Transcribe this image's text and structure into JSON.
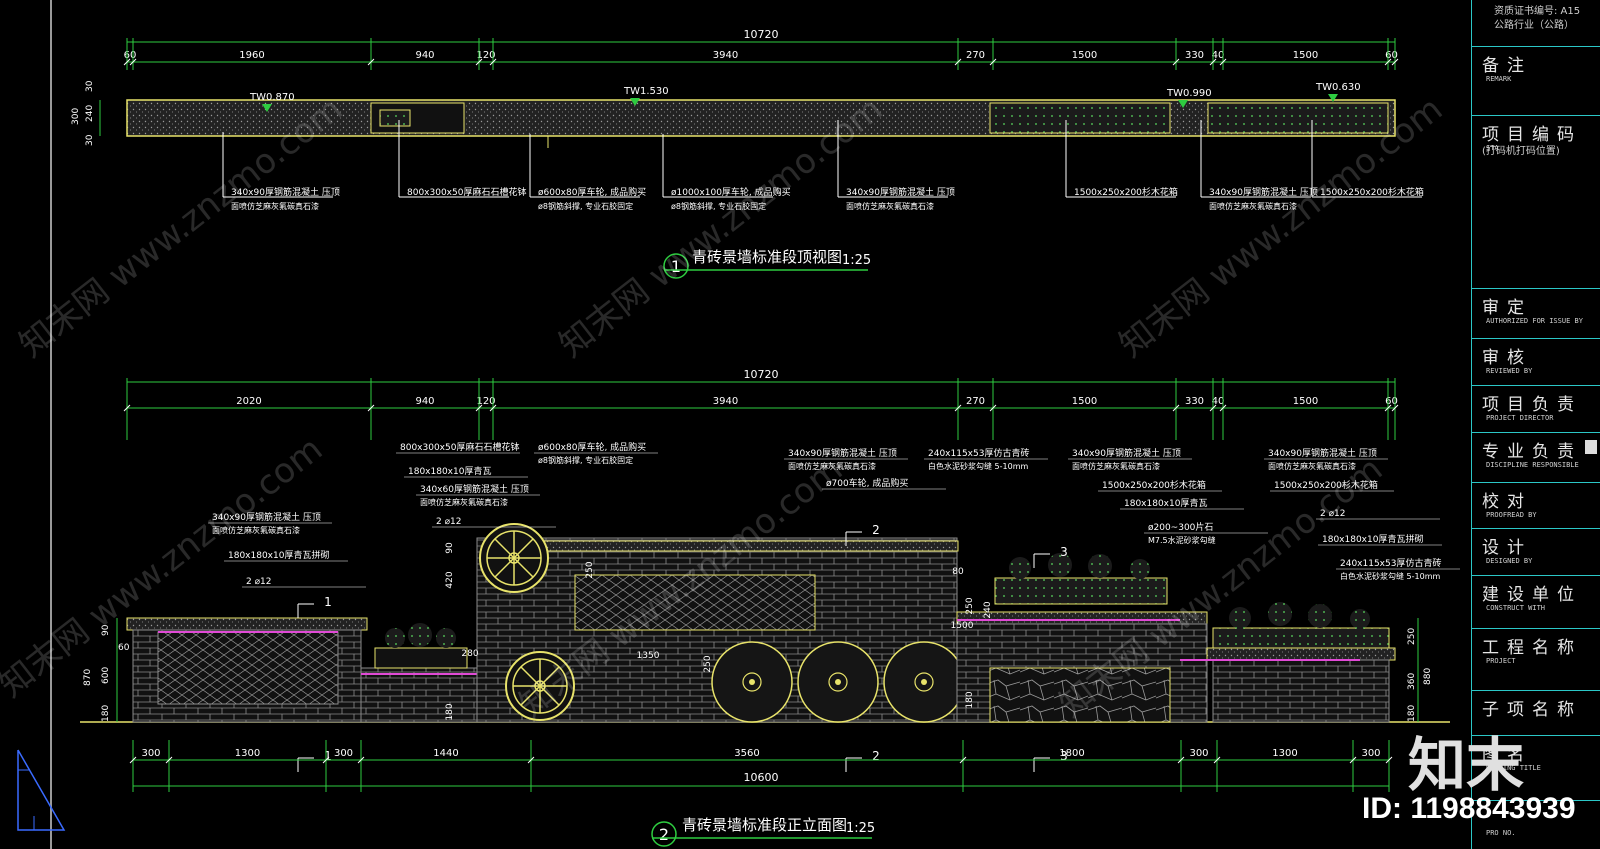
{
  "top_plan": {
    "overall_dim": "10720",
    "dims": [
      "60",
      "1960",
      "940",
      "120",
      "3940",
      "270",
      "1500",
      "330",
      "40",
      "1500",
      "60"
    ],
    "left_dims": [
      "30",
      "240",
      "30",
      "300"
    ],
    "levels": [
      "TW0.870",
      "TW1.530",
      "TW0.990",
      "TW0.630"
    ],
    "notes": [
      {
        "l1": "340x90厚钢筋混凝土 压顶",
        "l2": "面喷仿芝麻灰氟碳真石漆"
      },
      {
        "l1": "800x300x50厚麻石石槽花钵",
        "l2": ""
      },
      {
        "l1": "ø600x80厚车轮, 成品购买",
        "l2": "ø8钢筋斜撑, 专业石胶固定"
      },
      {
        "l1": "ø1000x100厚车轮, 成品购买",
        "l2": "ø8钢筋斜撑, 专业石胶固定"
      },
      {
        "l1": "340x90厚钢筋混凝土 压顶",
        "l2": "面喷仿芝麻灰氟碳真石漆"
      },
      {
        "l1": "1500x250x200杉木花箱",
        "l2": ""
      },
      {
        "l1": "340x90厚钢筋混凝土 压顶",
        "l2": "面喷仿芝麻灰氟碳真石漆"
      },
      {
        "l1": "1500x250x200杉木花箱",
        "l2": ""
      }
    ],
    "title": "青砖景墙标准段顶视图",
    "scale": "1:25",
    "number": "1"
  },
  "elevation": {
    "overall_dim": "10720",
    "dims": [
      "2020",
      "940",
      "120",
      "3940",
      "270",
      "1500",
      "330",
      "40",
      "1500",
      "60"
    ],
    "bottom_dims": [
      "300",
      "1300",
      "300",
      "1440",
      "3560",
      "1800",
      "300",
      "1300",
      "300"
    ],
    "bottom_total": "10600",
    "left_dims": [
      "90",
      "60",
      "600",
      "870",
      "180"
    ],
    "right_dims": [
      "250",
      "360",
      "880",
      "180"
    ],
    "inner_dims": [
      "90",
      "420",
      "250",
      "280",
      "1350",
      "250",
      "1500",
      "80",
      "250",
      "240",
      "180",
      "180"
    ],
    "section_marks": [
      "1",
      "1",
      "2",
      "2",
      "3",
      "3"
    ],
    "notes": [
      {
        "l1": "340x90厚钢筋混凝土 压顶",
        "l2": "面喷仿芝麻灰氟碳真石漆"
      },
      {
        "l1": "180x180x10厚青瓦拼砌",
        "l2": ""
      },
      {
        "l1": "2 ⌀12",
        "l2": ""
      },
      {
        "l1": "800x300x50厚麻石石槽花钵",
        "l2": ""
      },
      {
        "l1": "180x180x10厚青瓦",
        "l2": ""
      },
      {
        "l1": "340x60厚钢筋混凝土 压顶",
        "l2": "面喷仿芝麻灰氟碳真石漆"
      },
      {
        "l1": "2 ⌀12",
        "l2": ""
      },
      {
        "l1": "ø600x80厚车轮, 成品购买",
        "l2": "ø8钢筋斜撑, 专业石胶固定"
      },
      {
        "l1": "340x90厚钢筋混凝土 压顶",
        "l2": "面喷仿芝麻灰氟碳真石漆"
      },
      {
        "l1": "ø700车轮, 成品购买",
        "l2": ""
      },
      {
        "l1": "240x115x53厚仿古青砖",
        "l2": "白色水泥砂浆勾缝 5-10mm"
      },
      {
        "l1": "340x90厚钢筋混凝土 压顶",
        "l2": "面喷仿芝麻灰氟碳真石漆"
      },
      {
        "l1": "1500x250x200杉木花箱",
        "l2": ""
      },
      {
        "l1": "180x180x10厚青瓦",
        "l2": ""
      },
      {
        "l1": "ø200~300片石",
        "l2": "M7.5水泥砂浆勾缝"
      },
      {
        "l1": "340x90厚钢筋混凝土 压顶",
        "l2": "面喷仿芝麻灰氟碳真石漆"
      },
      {
        "l1": "1500x250x200杉木花箱",
        "l2": ""
      },
      {
        "l1": "2 ⌀12",
        "l2": ""
      },
      {
        "l1": "180x180x10厚青瓦拼砌",
        "l2": ""
      },
      {
        "l1": "240x115x53厚仿古青砖",
        "l2": "白色水泥砂浆勾缝 5-10mm"
      }
    ],
    "title": "青砖景墙标准段正立面图",
    "scale": "1:25",
    "number": "2"
  },
  "title_block": {
    "top_lines": [
      "资质证书编号: A15",
      "公路行业（公路）"
    ],
    "rows": [
      {
        "cn": "备注",
        "en": "REMARK"
      },
      {
        "cn": "项目编码",
        "en": "STA",
        "sub": "(打码机打码位置)"
      },
      {
        "cn": "审定",
        "en": "AUTHORIZED FOR ISSUE BY"
      },
      {
        "cn": "审核",
        "en": "REVIEWED BY"
      },
      {
        "cn": "项目负责",
        "en": "PROJECT DIRECTOR"
      },
      {
        "cn": "专业负责",
        "en": "DISCIPLINE RESPONSIBLE"
      },
      {
        "cn": "校对",
        "en": "PROOFREAD BY"
      },
      {
        "cn": "设计",
        "en": "DESIGNED BY"
      },
      {
        "cn": "建设单位",
        "en": "CONSTRUCT WITH"
      },
      {
        "cn": "工程名称",
        "en": "PROJECT"
      },
      {
        "cn": "子项名称",
        "en": ""
      },
      {
        "cn": "图名",
        "en": "DRAWING TITLE"
      },
      {
        "cn": "",
        "en": "PRO NO."
      }
    ]
  },
  "watermark": {
    "text": "知末网 www.znzmo.com",
    "logo": "知末",
    "id": "ID: 1198843939"
  },
  "colors": {
    "dim": "#2ecc40",
    "wall": "#e8e36a",
    "brick": "#8a8a8a",
    "accent": "#e14ad6",
    "frame": "#2bc7c7"
  }
}
